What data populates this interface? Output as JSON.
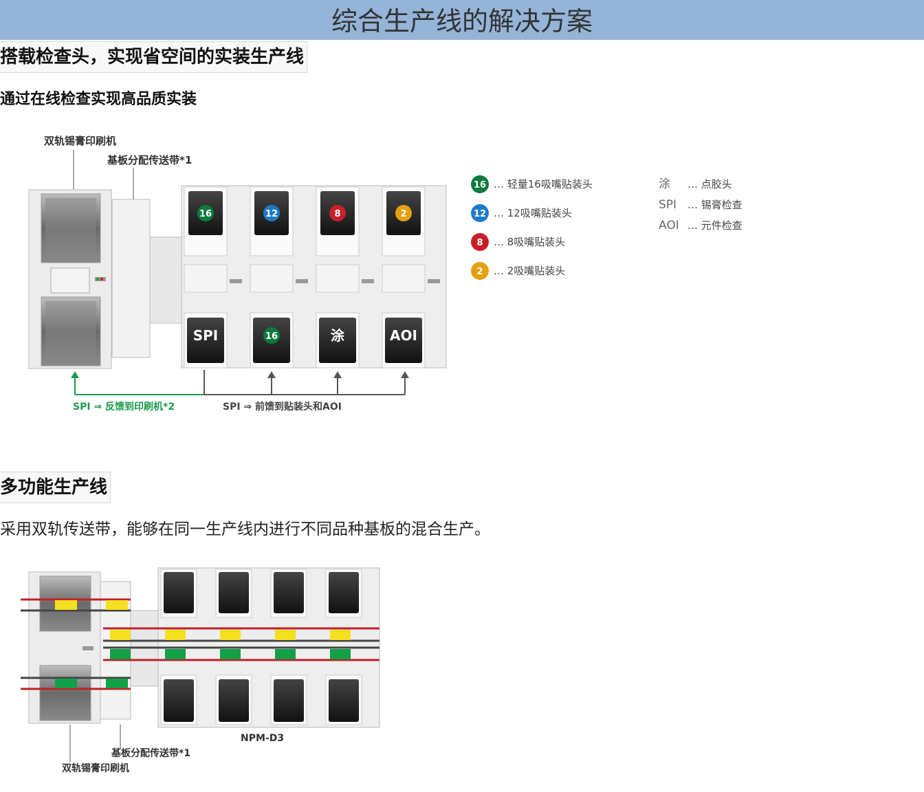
{
  "banner": {
    "title": "综合生产线的解决方案"
  },
  "section1": {
    "heading": "搭载检查头，实现省空间的实装生产线",
    "subheading": "通过在线检查实现高品质实装",
    "diagram": {
      "label_printer": "双轨锡膏印刷机",
      "label_conveyor": "基板分配传送带*1",
      "top_heads": [
        "16",
        "12",
        "8",
        "2"
      ],
      "bottom_heads": [
        "SPI",
        "16",
        "涂",
        "AOI"
      ],
      "feedback_label": "SPI ⇒ 反馈到印刷机*2",
      "feedforward_label": "SPI ⇒ 前馈到贴装头和AOI",
      "legend_left": [
        {
          "badge": "16",
          "text": "… 轻量16吸嘴贴装头",
          "color": "#0e7a3c"
        },
        {
          "badge": "12",
          "text": "… 12吸嘴贴装头",
          "color": "#1f7ac6"
        },
        {
          "badge": "8",
          "text": "… 8吸嘴贴装头",
          "color": "#c8202a"
        },
        {
          "badge": "2",
          "text": "… 2吸嘴贴装头",
          "color": "#e3a010"
        }
      ],
      "legend_right": [
        {
          "key": "涂",
          "text": "… 点胶头"
        },
        {
          "key": "SPI",
          "text": "… 锡膏检查"
        },
        {
          "key": "AOI",
          "text": "… 元件检查"
        }
      ]
    }
  },
  "section2": {
    "heading": "多功能生产线",
    "paragraph": "采用双轨传送带，能够在同一生产线内进行不同品种基板的混合生产。",
    "diagram": {
      "model_label": "NPM-D3",
      "label_conveyor": "基板分配传送带*1",
      "label_printer": "双轨锡膏印刷机"
    }
  },
  "colors": {
    "banner": "#94b4d8",
    "feedback_green": "#1a9a4a",
    "rail_red": "#c0202a",
    "board_yellow": "#f5e020",
    "board_green": "#12a048"
  }
}
